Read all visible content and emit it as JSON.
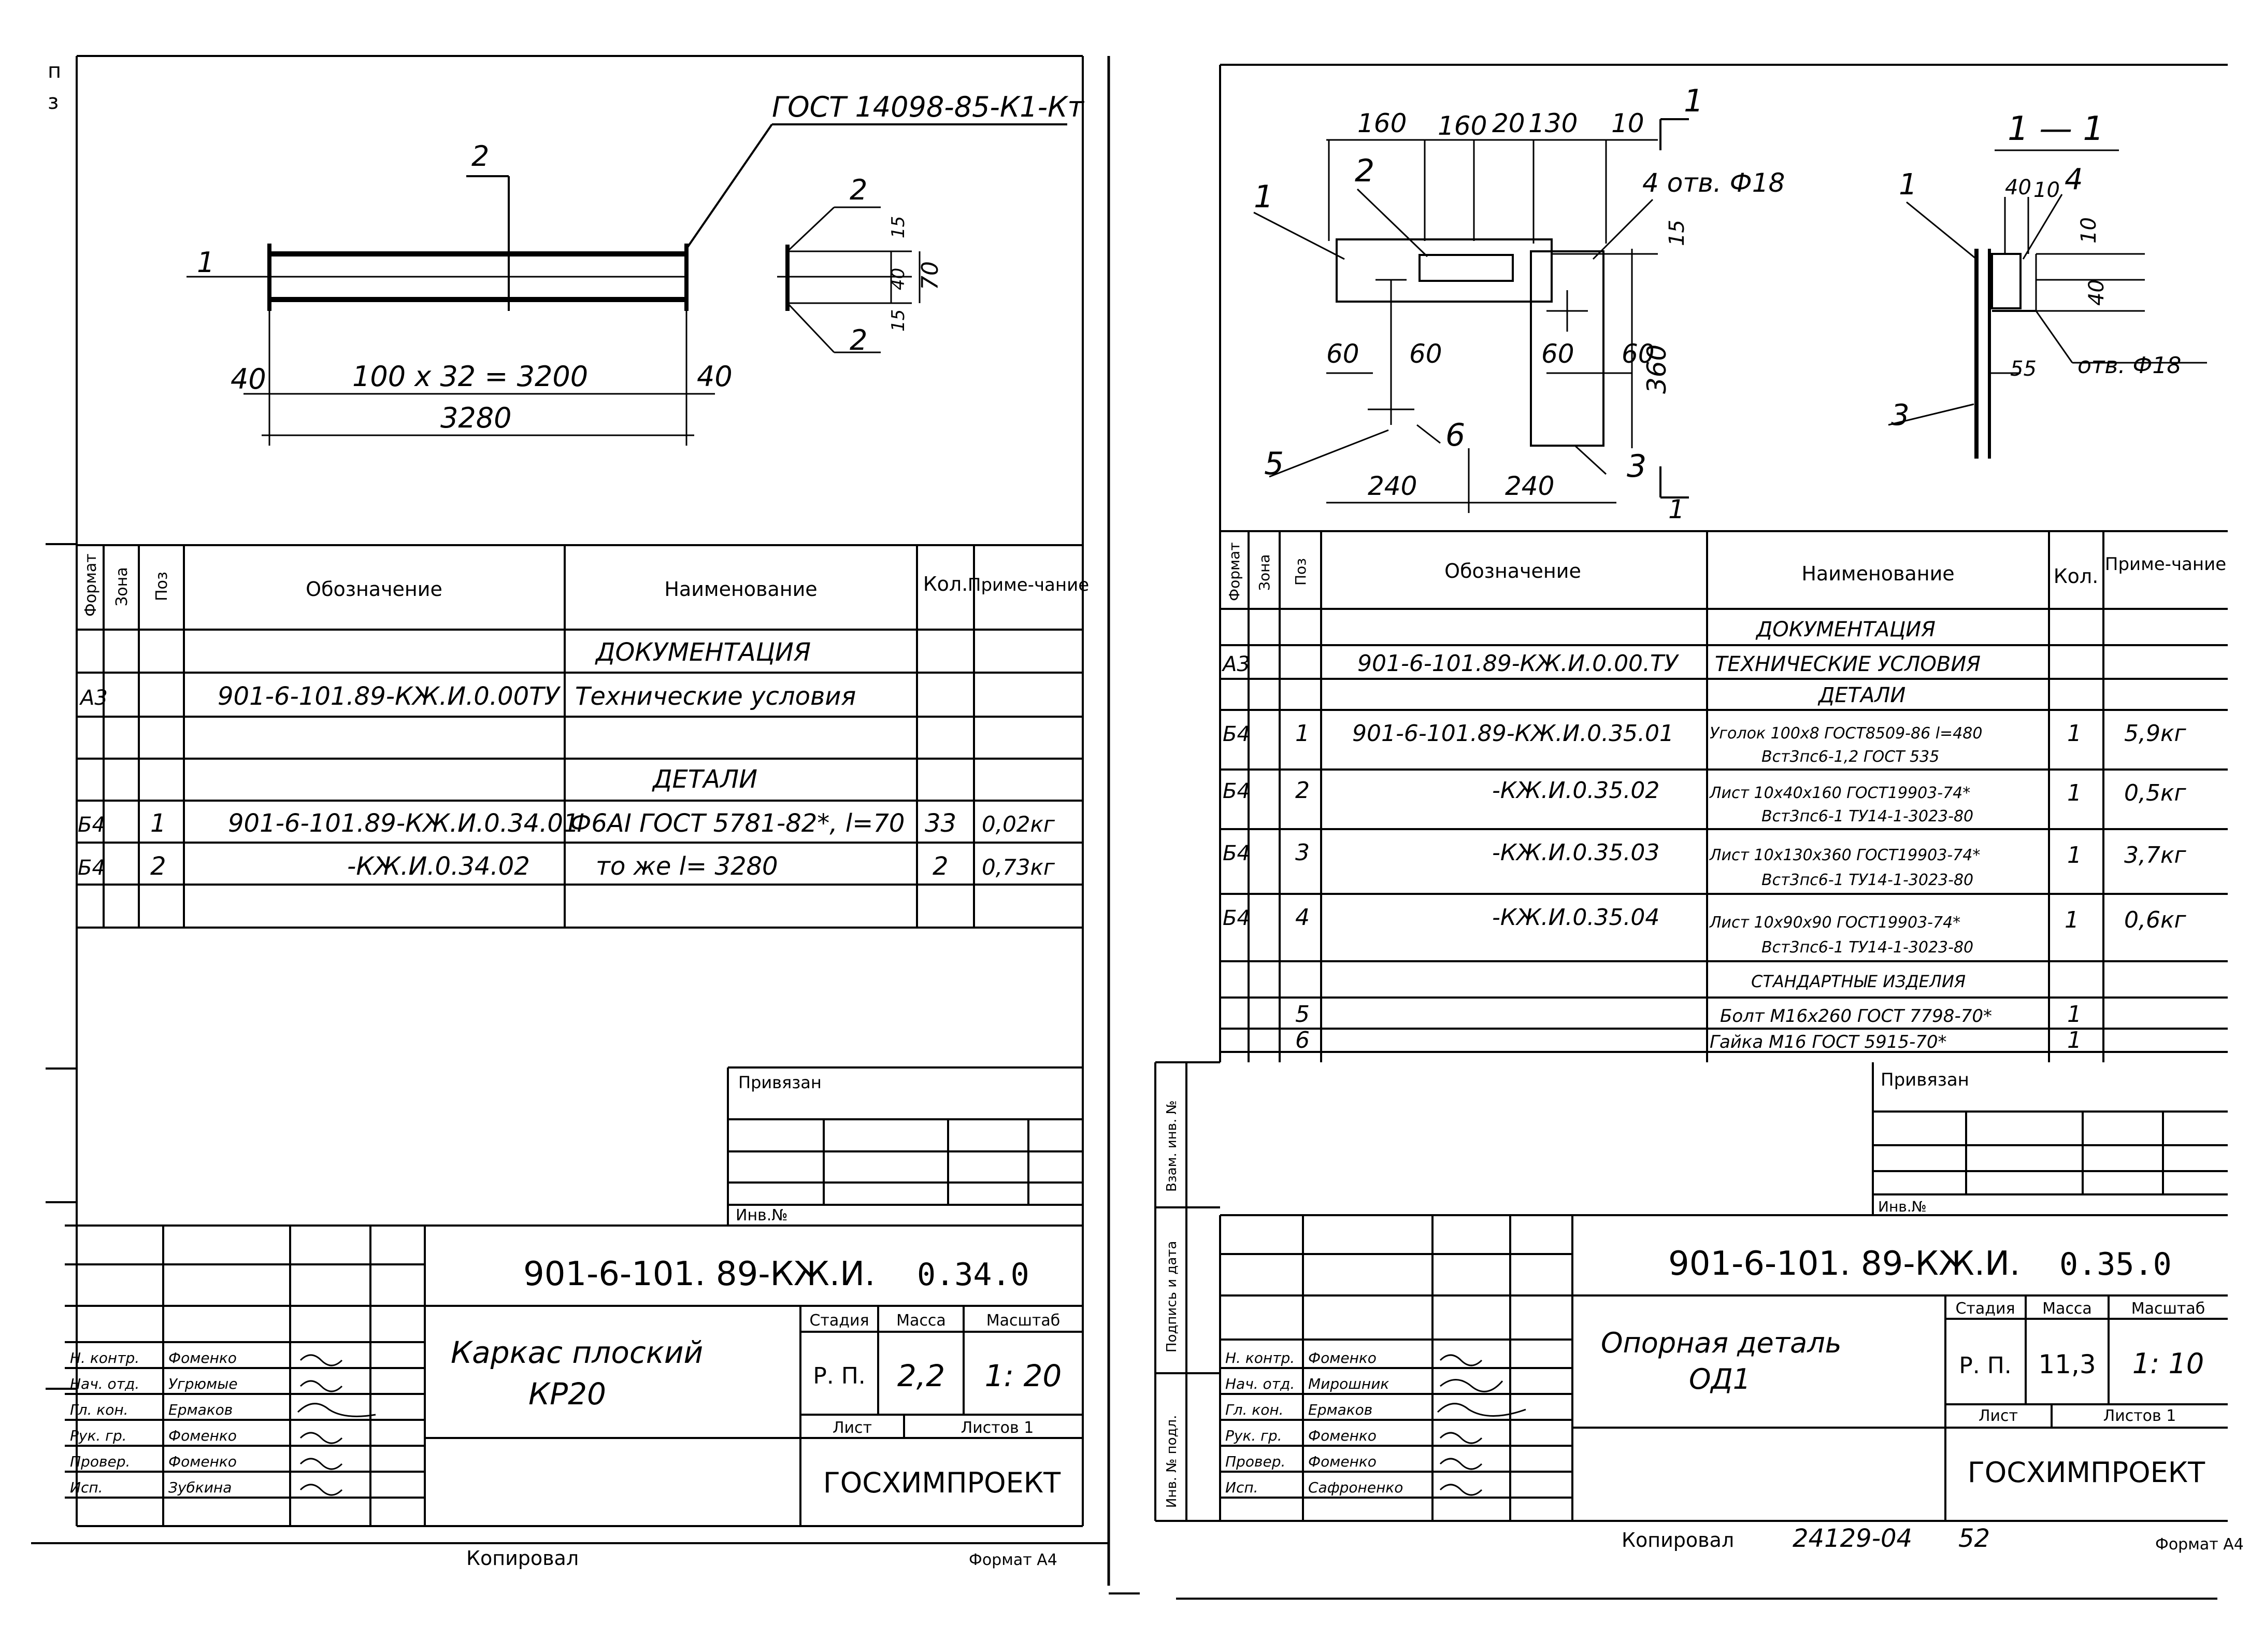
{
  "margin_marks": {
    "p": "п",
    "z": "з"
  },
  "left_sheet": {
    "drawing": {
      "gost_callout": "ГОСТ 14098-85-К1-Кт",
      "pos1": "1",
      "pos2_top": "2",
      "dim_left_end": "40",
      "dim_right_end": "40",
      "dim_span": "100 х 32 = 3200",
      "dim_total": "3280",
      "section_label_top": "2",
      "section_label_bottom": "2",
      "sec_dim_15_top": "15",
      "sec_dim_40": "40",
      "sec_dim_15_bottom": "15",
      "sec_dim_70": "70"
    },
    "spec_headers": {
      "format": "Формат",
      "zone": "Зона",
      "pos": "Поз",
      "designation": "Обозначение",
      "name": "Наименование",
      "qty": "Кол.",
      "note": "Приме-чание"
    },
    "spec_rows": [
      {
        "format": "",
        "pos": "",
        "designation": "",
        "name": "ДОКУМЕНТАЦИЯ",
        "qty": "",
        "note": ""
      },
      {
        "format": "А3",
        "pos": "",
        "designation": "901-6-101.89-КЖ.И.0.00ТУ",
        "name": "Технические условия",
        "qty": "",
        "note": ""
      },
      {
        "format": "",
        "pos": "",
        "designation": "",
        "name": "",
        "qty": "",
        "note": ""
      },
      {
        "format": "",
        "pos": "",
        "designation": "",
        "name": "ДЕТАЛИ",
        "qty": "",
        "note": ""
      },
      {
        "format": "Б4",
        "pos": "1",
        "designation": "901-6-101.89-КЖ.И.0.34.01",
        "name": "Ф6АI ГОСТ 5781-82*, l=70",
        "qty": "33",
        "note": "0,02кг"
      },
      {
        "format": "Б4",
        "pos": "2",
        "designation": "-КЖ.И.0.34.02",
        "name": "то же       l= 3280",
        "qty": "2",
        "note": "0,73кг"
      },
      {
        "format": "",
        "pos": "",
        "designation": "",
        "name": "",
        "qty": "",
        "note": ""
      }
    ],
    "privyazan": "Привязан",
    "inv_no": "Инв.№",
    "title_block": {
      "code_main": "901-6-101.  89-КЖ.И.",
      "code_tail": "0.34.0",
      "title_line1": "Каркас плоский",
      "title_line2": "КР20",
      "stage_header": "Стадия",
      "mass_header": "Масса",
      "scale_header": "Масштаб",
      "stage": "Р. П.",
      "mass": "2,2",
      "scale": "1: 20",
      "sheet_header": "Лист",
      "sheets_header": "Листов 1",
      "org": "ГОСХИМПРОЕКТ",
      "signers": [
        {
          "role": "Н. контр.",
          "name": "Фоменко"
        },
        {
          "role": "Нач. отд.",
          "name": "Угрюмые"
        },
        {
          "role": "Гл. кон.",
          "name": "Ермаков"
        },
        {
          "role": "Рук. гр.",
          "name": "Фоменко"
        },
        {
          "role": "Провер.",
          "name": "Фоменко"
        },
        {
          "role": "Исп.",
          "name": "Зубкина"
        }
      ]
    },
    "copied": "Копировал",
    "format": "Формат А4"
  },
  "right_sheet": {
    "drawing": {
      "d160a": "160",
      "d160b": "160",
      "d20": "20",
      "d130": "130",
      "d10": "10",
      "section_mark_top": "1",
      "section_mark_bottom": "1",
      "pos1": "1",
      "pos2": "2",
      "pos3": "3",
      "pos5": "5",
      "pos6": "6",
      "holes": "4 отв. Ф18",
      "d15": "15",
      "d360": "360",
      "d60a": "60",
      "d60b": "60",
      "d60c": "60",
      "d60d": "60",
      "d240a": "240",
      "d240b": "240",
      "section_title": "1 — 1",
      "s_pos1": "1",
      "s_pos4": "4",
      "s_pos3": "3",
      "s_d40a": "40",
      "s_d10a": "10",
      "s_d10b": "10",
      "s_d40b": "40",
      "s_d55": "55",
      "s_hole": "отв. Ф18"
    },
    "spec_headers": {
      "format": "Формат",
      "zone": "Зона",
      "pos": "Поз",
      "designation": "Обозначение",
      "name": "Наименование",
      "qty": "Кол.",
      "note": "Приме-чание"
    },
    "spec_rows": [
      {
        "format": "",
        "pos": "",
        "designation": "",
        "name1": "ДОКУМЕНТАЦИЯ",
        "name2": "",
        "qty": "",
        "note": ""
      },
      {
        "format": "А3",
        "pos": "",
        "designation": "901-6-101.89-КЖ.И.0.00.ТУ",
        "name1": "ТЕХНИЧЕСКИЕ УСЛОВИЯ",
        "name2": "",
        "qty": "",
        "note": ""
      },
      {
        "format": "",
        "pos": "",
        "designation": "",
        "name1": "ДЕТАЛИ",
        "name2": "",
        "qty": "",
        "note": ""
      },
      {
        "format": "Б4",
        "pos": "1",
        "designation": "901-6-101.89-КЖ.И.0.35.01",
        "name1": "Уголок 100х8 ГОСТ8509-86  l=480",
        "name2": "Вст3пс6-1,2 ГОСТ 535",
        "qty": "1",
        "note": "5,9кг"
      },
      {
        "format": "Б4",
        "pos": "2",
        "designation": "-КЖ.И.0.35.02",
        "name1": "Лист 10х40х160 ГОСТ19903-74*",
        "name2": "Вст3пс6-1 ТУ14-1-3023-80",
        "qty": "1",
        "note": "0,5кг"
      },
      {
        "format": "Б4",
        "pos": "3",
        "designation": "-КЖ.И.0.35.03",
        "name1": "Лист 10х130х360 ГОСТ19903-74*",
        "name2": "Вст3пс6-1 ТУ14-1-3023-80",
        "qty": "1",
        "note": "3,7кг"
      },
      {
        "format": "Б4",
        "pos": "4",
        "designation": "-КЖ.И.0.35.04",
        "name1": "Лист 10х90х90 ГОСТ19903-74*",
        "name2": "Вст3пс6-1 ТУ14-1-3023-80",
        "qty": "1",
        "note": "0,6кг"
      },
      {
        "format": "",
        "pos": "",
        "designation": "",
        "name1": "СТАНДАРТНЫЕ ИЗДЕЛИЯ",
        "name2": "",
        "qty": "",
        "note": ""
      },
      {
        "format": "",
        "pos": "5",
        "designation": "",
        "name1": "Болт М16х260 ГОСТ 7798-70*",
        "name2": "",
        "qty": "1",
        "note": ""
      },
      {
        "format": "",
        "pos": "6",
        "designation": "",
        "name1": "Гайка М16  ГОСТ 5915-70*",
        "name2": "",
        "qty": "1",
        "note": ""
      }
    ],
    "privyazan": "Привязан",
    "inv_no": "Инв.№",
    "side_labels": {
      "vzam": "Взам. инв. №",
      "podpis": "Подпись и дата",
      "inv": "Инв. № подл."
    },
    "title_block": {
      "code_main": "901-6-101.  89-КЖ.И.",
      "code_tail": "0.35.0",
      "title_line1": "Опорная деталь",
      "title_line2": "ОД1",
      "stage_header": "Стадия",
      "mass_header": "Масса",
      "scale_header": "Масштаб",
      "stage": "Р. П.",
      "mass": "11,3",
      "scale": "1: 10",
      "sheet_header": "Лист",
      "sheets_header": "Листов 1",
      "org": "ГОСХИМПРОЕКТ",
      "signers": [
        {
          "role": "Н. контр.",
          "name": "Фоменко"
        },
        {
          "role": "Нач. отд.",
          "name": "Мирошник"
        },
        {
          "role": "Гл. кон.",
          "name": "Ермаков"
        },
        {
          "role": "Рук. гр.",
          "name": "Фоменко"
        },
        {
          "role": "Провер.",
          "name": "Фоменко"
        },
        {
          "role": "Исп.",
          "name": "Сафроненко"
        }
      ]
    },
    "copied": "Копировал",
    "copy_no": "24129-04",
    "page_no": "52",
    "format": "Формат А4"
  }
}
